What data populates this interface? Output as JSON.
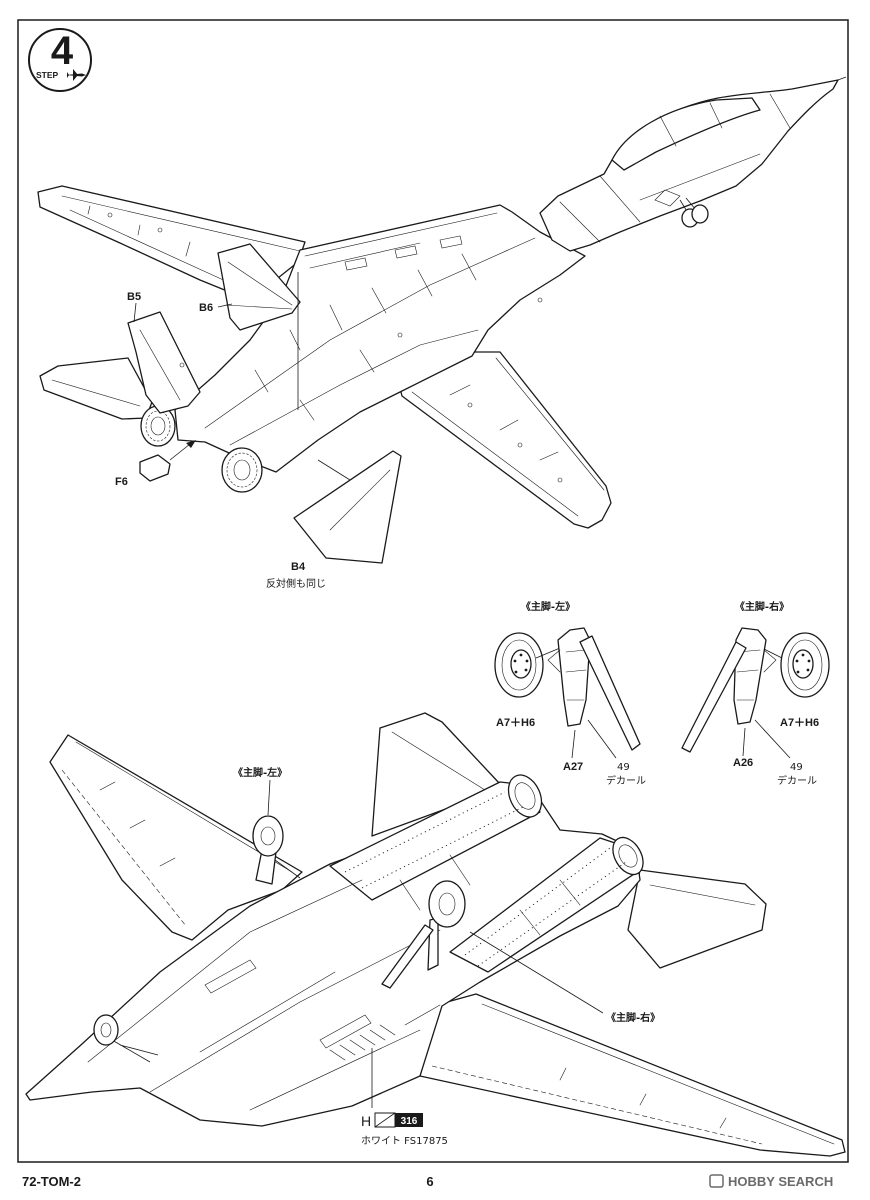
{
  "step": {
    "number": "4",
    "label": "STEP"
  },
  "top_view": {
    "part_b5": "B5",
    "part_b6": "B6",
    "part_f6": "F6",
    "part_b4": "B4",
    "note_same_other_side": "反対側も同じ"
  },
  "gear_detail_left": {
    "title": "《主脚-左》",
    "wheel_parts": "A7＋H6",
    "strut_part": "A27",
    "decal_number": "49",
    "decal_label": "デカール"
  },
  "gear_detail_right": {
    "title": "《主脚-右》",
    "wheel_parts": "A7＋H6",
    "strut_part": "A26",
    "decal_number": "49",
    "decal_label": "デカール"
  },
  "bottom_view": {
    "left_gear_label": "《主脚-左》",
    "right_gear_label": "《主脚-右》",
    "paint_callout": {
      "letter": "H",
      "number": "316",
      "color_name": "ホワイト FS17875"
    }
  },
  "footer": {
    "kit_code": "72-TOM-2",
    "page_number": "6",
    "watermark": "HOBBY SEARCH"
  },
  "colors": {
    "ink": "#1a1a1a",
    "paper": "#ffffff",
    "paint_chip": "#1a1a1a",
    "watermark": "#6a6a6a"
  },
  "icons": {
    "step_badge": "jet-silhouette-icon",
    "watermark_logo": "hobby-search-logo-icon"
  }
}
